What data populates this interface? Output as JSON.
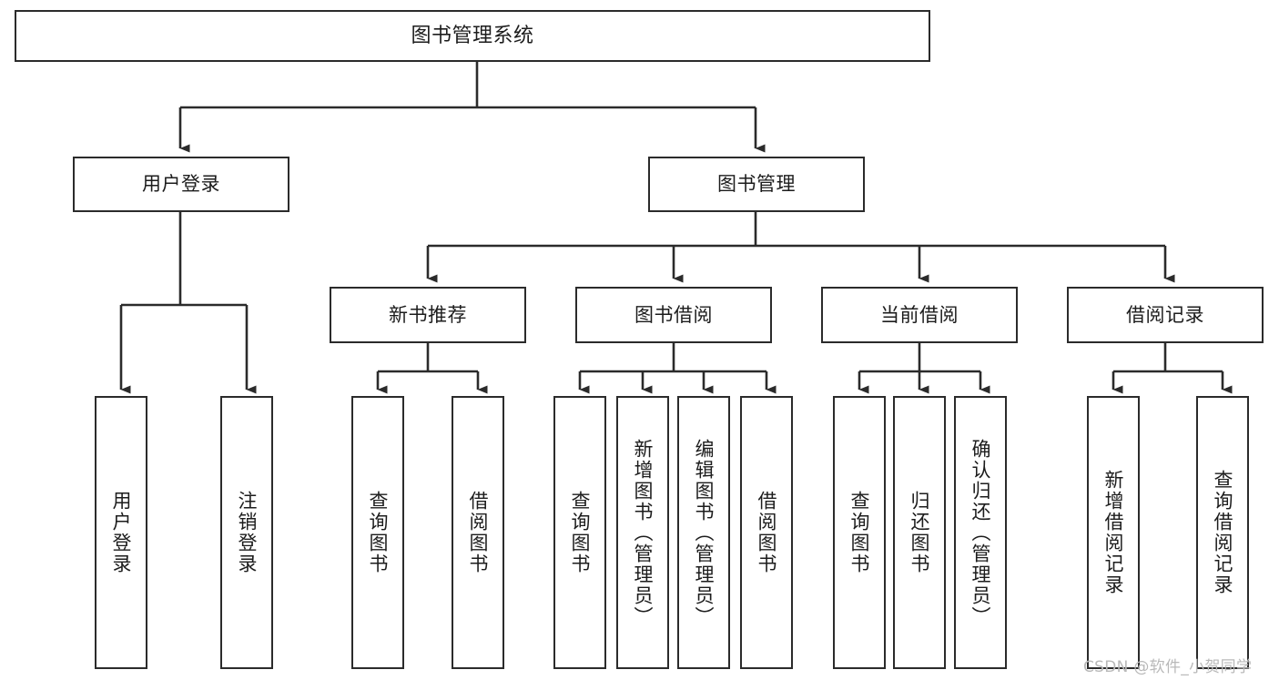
{
  "diagram": {
    "title": "图书管理系统",
    "type": "functional-structure-tree",
    "watermark": "CSDN @软件_小贺同学",
    "colors": {
      "node_border": "#2b2b2b",
      "node_fill": "#ffffff",
      "edge": "#2b2b2b",
      "text": "#1c1c1c",
      "watermark": "#b9b9b9",
      "background": "#ffffff"
    },
    "levels": {
      "root": {
        "label": "图书管理系统"
      },
      "level1": [
        {
          "id": "user-login",
          "label": "用户登录"
        },
        {
          "id": "book-manage",
          "label": "图书管理"
        }
      ],
      "level2": [
        {
          "id": "new-book-recommend",
          "label": "新书推荐",
          "parent": "book-manage"
        },
        {
          "id": "book-borrow",
          "label": "图书借阅",
          "parent": "book-manage"
        },
        {
          "id": "current-borrow",
          "label": "当前借阅",
          "parent": "book-manage"
        },
        {
          "id": "borrow-record",
          "label": "借阅记录",
          "parent": "book-manage"
        }
      ],
      "leaves": {
        "user_login": [
          {
            "id": "leaf-user-login",
            "label": "用户登录"
          },
          {
            "id": "leaf-logout-login",
            "label": "注销登录"
          }
        ],
        "new_book_recommend": [
          {
            "id": "leaf-query-book-1",
            "label": "查询图书"
          },
          {
            "id": "leaf-borrow-book-1",
            "label": "借阅图书"
          }
        ],
        "book_borrow": [
          {
            "id": "leaf-query-book-2",
            "label": "查询图书"
          },
          {
            "id": "leaf-add-book",
            "label": "新增图书（管理员）"
          },
          {
            "id": "leaf-edit-book",
            "label": "编辑图书（管理员）"
          },
          {
            "id": "leaf-borrow-book-2",
            "label": "借阅图书"
          }
        ],
        "current_borrow": [
          {
            "id": "leaf-query-book-3",
            "label": "查询图书"
          },
          {
            "id": "leaf-return-book",
            "label": "归还图书"
          },
          {
            "id": "leaf-confirm-return",
            "label": "确认归还（管理员）"
          }
        ],
        "borrow_record": [
          {
            "id": "leaf-add-record",
            "label": "新增借阅记录"
          },
          {
            "id": "leaf-query-record",
            "label": "查询借阅记录"
          }
        ]
      }
    }
  }
}
